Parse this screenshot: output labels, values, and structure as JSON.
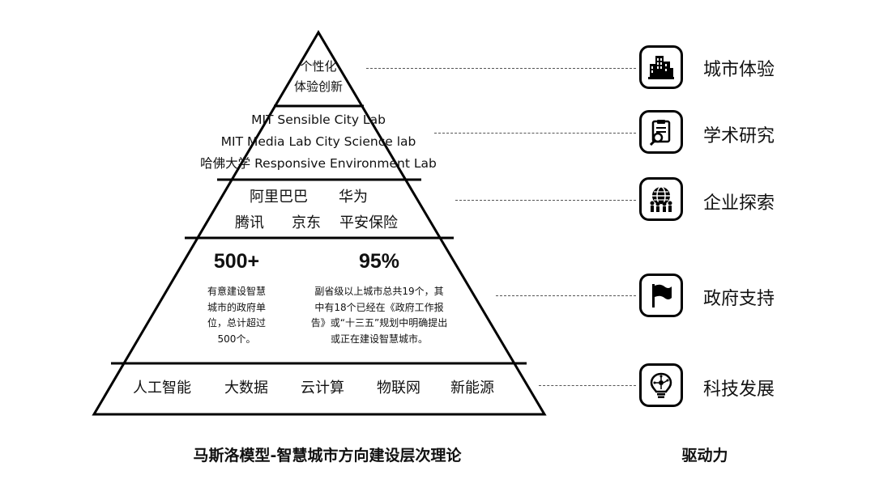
{
  "pyramid": {
    "apex": [
      "个性化",
      "体验创新"
    ],
    "labs": [
      "MIT Sensible City Lab",
      "MIT Media Lab City Science lab",
      "哈佛大学 Responsive Environment Lab"
    ],
    "enterprises": {
      "row1": [
        "阿里巴巴",
        "华为"
      ],
      "row2": [
        "腾讯",
        "京东",
        "平安保险"
      ]
    },
    "government": {
      "left": {
        "big": "500+",
        "lines": [
          "有意建设智慧",
          "城市的政府单",
          "位，总计超过",
          "500个。"
        ]
      },
      "right": {
        "big": "95%",
        "lines": [
          "副省级以上城市总共19个，其",
          "中有18个已经在《政府工作报",
          "告》或“十三五”规划中明确提出",
          "或正在建设智慧城市。"
        ]
      }
    },
    "technology": [
      "人工智能",
      "大数据",
      "云计算",
      "物联网",
      "新能源"
    ],
    "caption": "马斯洛模型-智慧城市方向建设层次理论"
  },
  "drivers": {
    "items": [
      {
        "label": "城市体验",
        "icon": "city-buildings-icon"
      },
      {
        "label": "学术研究",
        "icon": "research-document-icon"
      },
      {
        "label": "企业探索",
        "icon": "globe-people-icon"
      },
      {
        "label": "政府支持",
        "icon": "flag-icon"
      },
      {
        "label": "科技发展",
        "icon": "lightbulb-circuit-icon"
      }
    ],
    "caption": "驱动力"
  }
}
